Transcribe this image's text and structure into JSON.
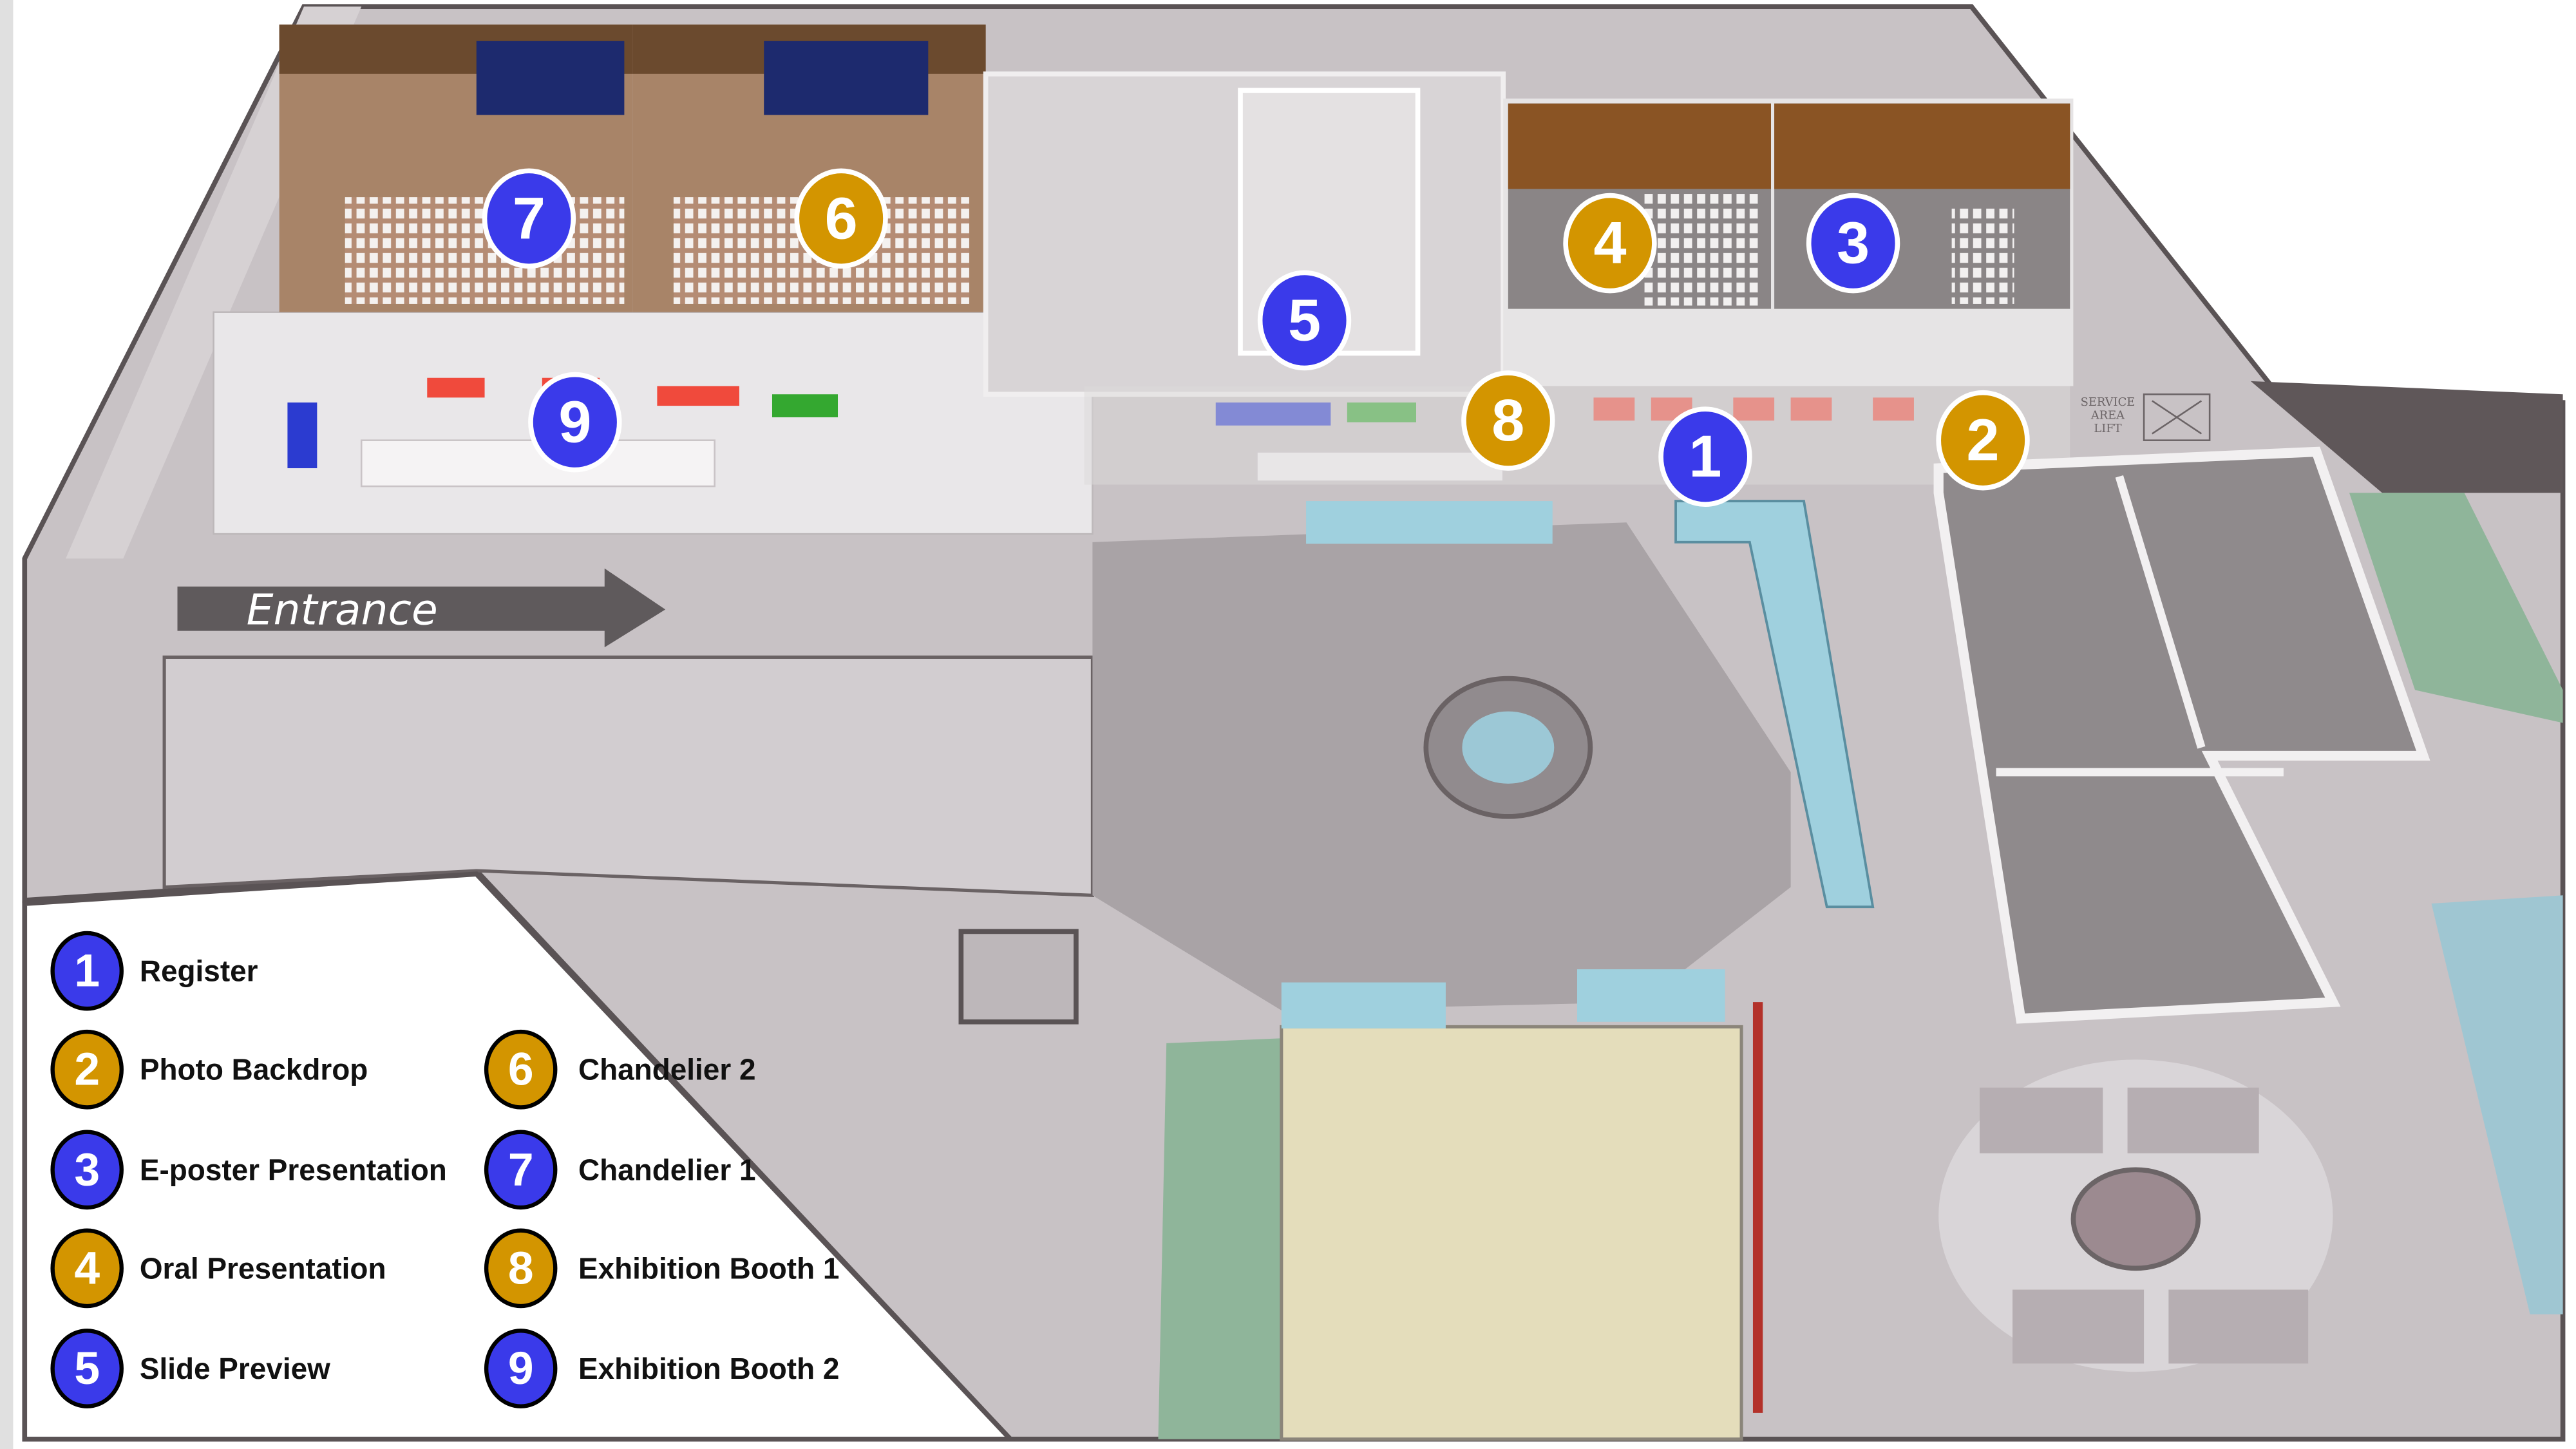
{
  "colors": {
    "blue": "#3a3aea",
    "gold": "#d39500"
  },
  "map": {
    "entrance_label": "Entrance",
    "service_label": [
      "SERVICE",
      "AREA",
      "LIFT"
    ]
  },
  "markers": [
    {
      "num": "7",
      "color": "blue"
    },
    {
      "num": "6",
      "color": "gold"
    },
    {
      "num": "5",
      "color": "blue"
    },
    {
      "num": "4",
      "color": "gold"
    },
    {
      "num": "3",
      "color": "blue"
    },
    {
      "num": "9",
      "color": "blue"
    },
    {
      "num": "8",
      "color": "gold"
    },
    {
      "num": "1",
      "color": "blue"
    },
    {
      "num": "2",
      "color": "gold"
    }
  ],
  "legend": [
    {
      "num": "1",
      "label": "Register",
      "color": "blue"
    },
    {
      "num": "2",
      "label": "Photo Backdrop",
      "color": "gold"
    },
    {
      "num": "3",
      "label": "E-poster Presentation",
      "color": "blue"
    },
    {
      "num": "4",
      "label": "Oral Presentation",
      "color": "gold"
    },
    {
      "num": "5",
      "label": "Slide Preview",
      "color": "blue"
    },
    {
      "num": "6",
      "label": "Chandelier 2",
      "color": "gold"
    },
    {
      "num": "7",
      "label": "Chandelier 1",
      "color": "blue"
    },
    {
      "num": "8",
      "label": "Exhibition Booth 1",
      "color": "gold"
    },
    {
      "num": "9",
      "label": "Exhibition Booth 2",
      "color": "blue"
    }
  ]
}
